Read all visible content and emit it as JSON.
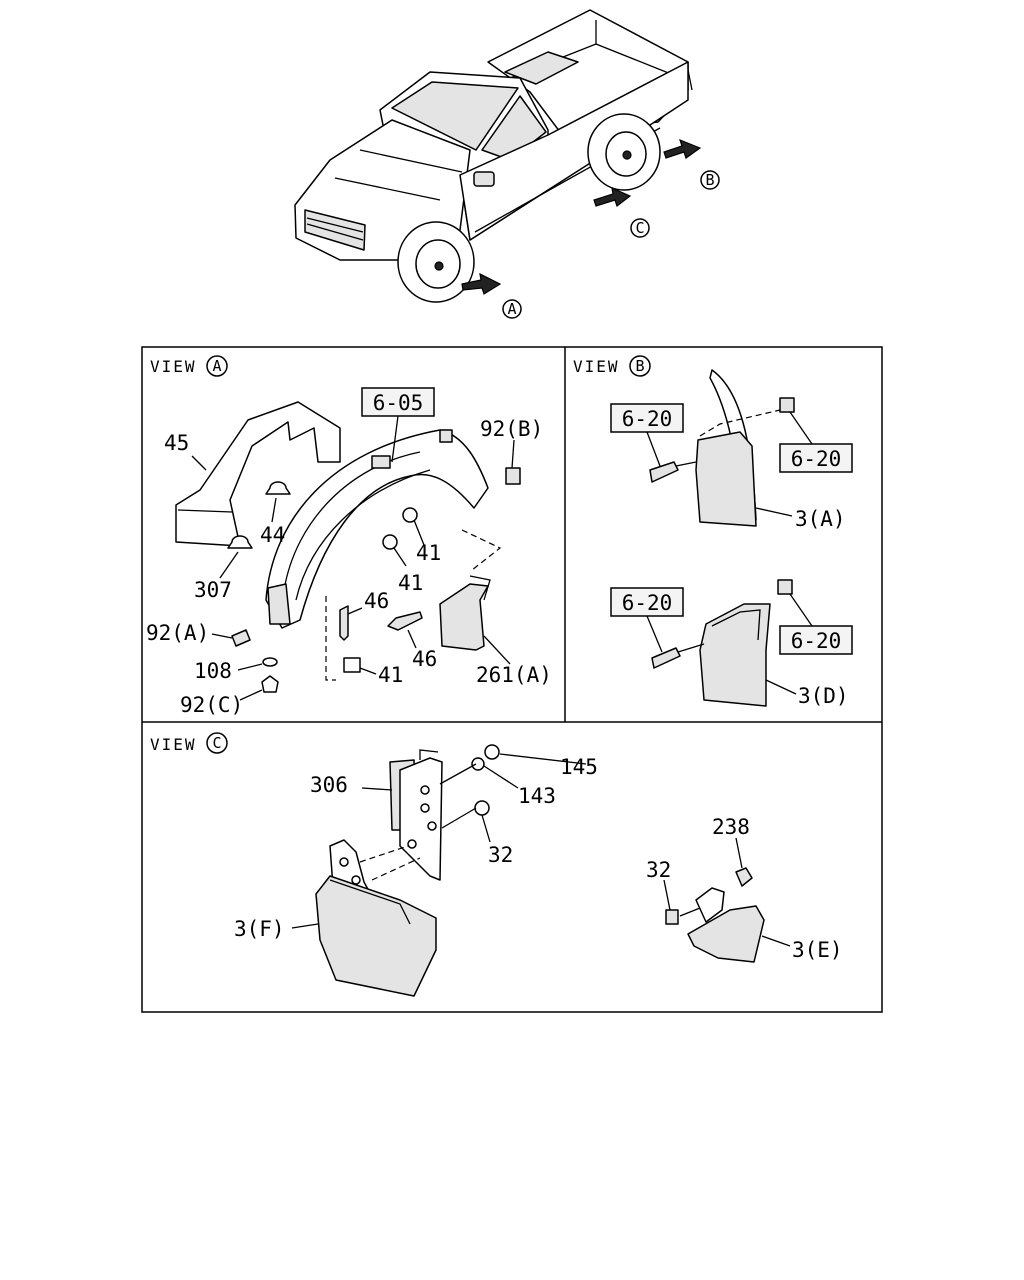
{
  "callouts": {
    "a": "A",
    "b": "B",
    "c": "C"
  },
  "views": {
    "a": {
      "title": "VIEW",
      "letter": "A"
    },
    "b": {
      "title": "VIEW",
      "letter": "B"
    },
    "c": {
      "title": "VIEW",
      "letter": "C"
    }
  },
  "view_a": {
    "ref_box": "6-05",
    "labels": {
      "p45": "45",
      "p44": "44",
      "p307": "307",
      "p92b": "92(B)",
      "p41a": "41",
      "p41b": "41",
      "p41c": "41",
      "p46a": "46",
      "p46b": "46",
      "p92a": "92(A)",
      "p108": "108",
      "p92c": "92(C)",
      "p261a": "261(A)"
    }
  },
  "view_b": {
    "ref_boxes": [
      "6-20",
      "6-20",
      "6-20",
      "6-20"
    ],
    "labels": {
      "p3a": "3(A)",
      "p3d": "3(D)"
    }
  },
  "view_c": {
    "labels": {
      "p145": "145",
      "p143": "143",
      "p306": "306",
      "p32a": "32",
      "p238": "238",
      "p32b": "32",
      "p3f": "3(F)",
      "p3e": "3(E)"
    }
  }
}
